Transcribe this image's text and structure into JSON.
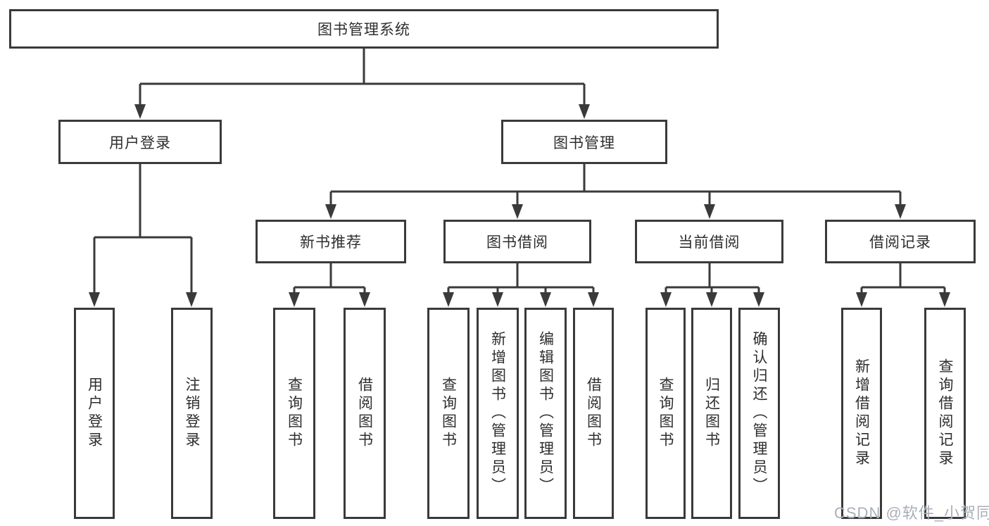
{
  "diagram": {
    "root": {
      "label": "图书管理系统"
    },
    "branches": [
      {
        "label": "用户登录",
        "children": [
          {
            "label": "用户登录"
          },
          {
            "label": "注销登录"
          }
        ]
      },
      {
        "label": "图书管理",
        "children": [
          {
            "label": "新书推荐",
            "children": [
              {
                "label": "查询图书"
              },
              {
                "label": "借阅图书"
              }
            ]
          },
          {
            "label": "图书借阅",
            "children": [
              {
                "label": "查询图书"
              },
              {
                "label": "新增图书（管理员）"
              },
              {
                "label": "编辑图书（管理员）"
              },
              {
                "label": "借阅图书"
              }
            ]
          },
          {
            "label": "当前借阅",
            "children": [
              {
                "label": "查询图书"
              },
              {
                "label": "归还图书"
              },
              {
                "label": "确认归还（管理员）"
              }
            ]
          },
          {
            "label": "借阅记录",
            "children": [
              {
                "label": "新增借阅记录"
              },
              {
                "label": "查询借阅记录"
              }
            ]
          }
        ]
      }
    ],
    "watermark": "CSDN @软件_小贺同学",
    "colors": {
      "line": "#3a3a3a",
      "box_border": "#3a3a3a",
      "text": "#2e2e2e",
      "watermark": "#a9aeb8",
      "background": "#ffffff"
    }
  }
}
